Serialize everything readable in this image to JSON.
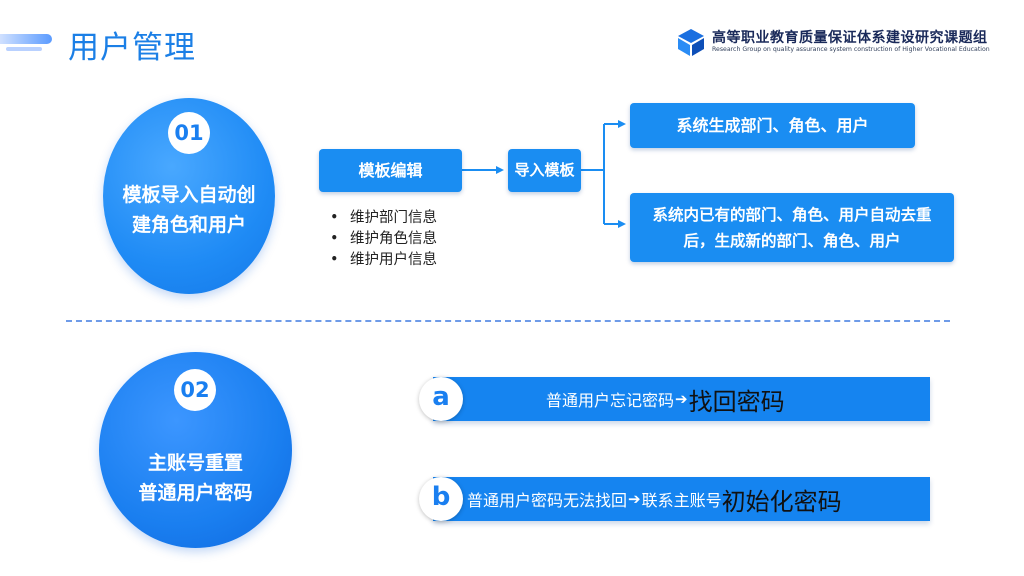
{
  "header": {
    "title": "用户管理",
    "org_name": "高等职业教育质量保证体系建设研究课题组",
    "org_name_en": "Research Group on quality assurance system construction of Higher Vocational Education"
  },
  "section1": {
    "number": "01",
    "title_line1": "模板导入自动创",
    "title_line2": "建角色和用户",
    "edit_box": "模板编辑",
    "bullets": [
      "维护部门信息",
      "维护角色信息",
      "维护用户信息"
    ],
    "import_box": "导入模板",
    "result_top": "系统生成部门、角色、用户",
    "result_bottom_line1": "系统内已有的部门、角色、用户自动去重",
    "result_bottom_line2": "后，生成新的部门、角色、用户"
  },
  "section2": {
    "number": "02",
    "title_line1": "主账号重置",
    "title_line2": "普通用户密码",
    "row_a": {
      "badge": "a",
      "text": "普通用户忘记密码",
      "arrow": "➔",
      "action": "找回密码"
    },
    "row_b": {
      "badge": "b",
      "text": "普通用户密码无法找回",
      "arrow": "➔",
      "text2": "联系主账号",
      "action": "初始化密码"
    }
  },
  "colors": {
    "accent": "#1a8df2",
    "title": "#1b7fe6",
    "divider": "#6e9be8"
  }
}
